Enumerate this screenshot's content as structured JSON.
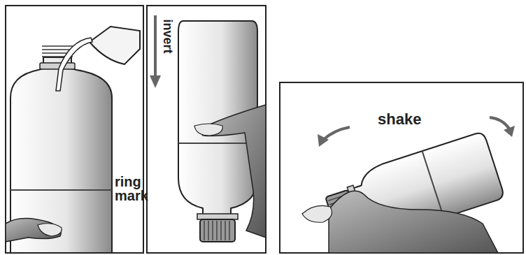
{
  "diagram": {
    "labels": [
      "ring mark",
      "invert",
      "shake"
    ]
  }
}
